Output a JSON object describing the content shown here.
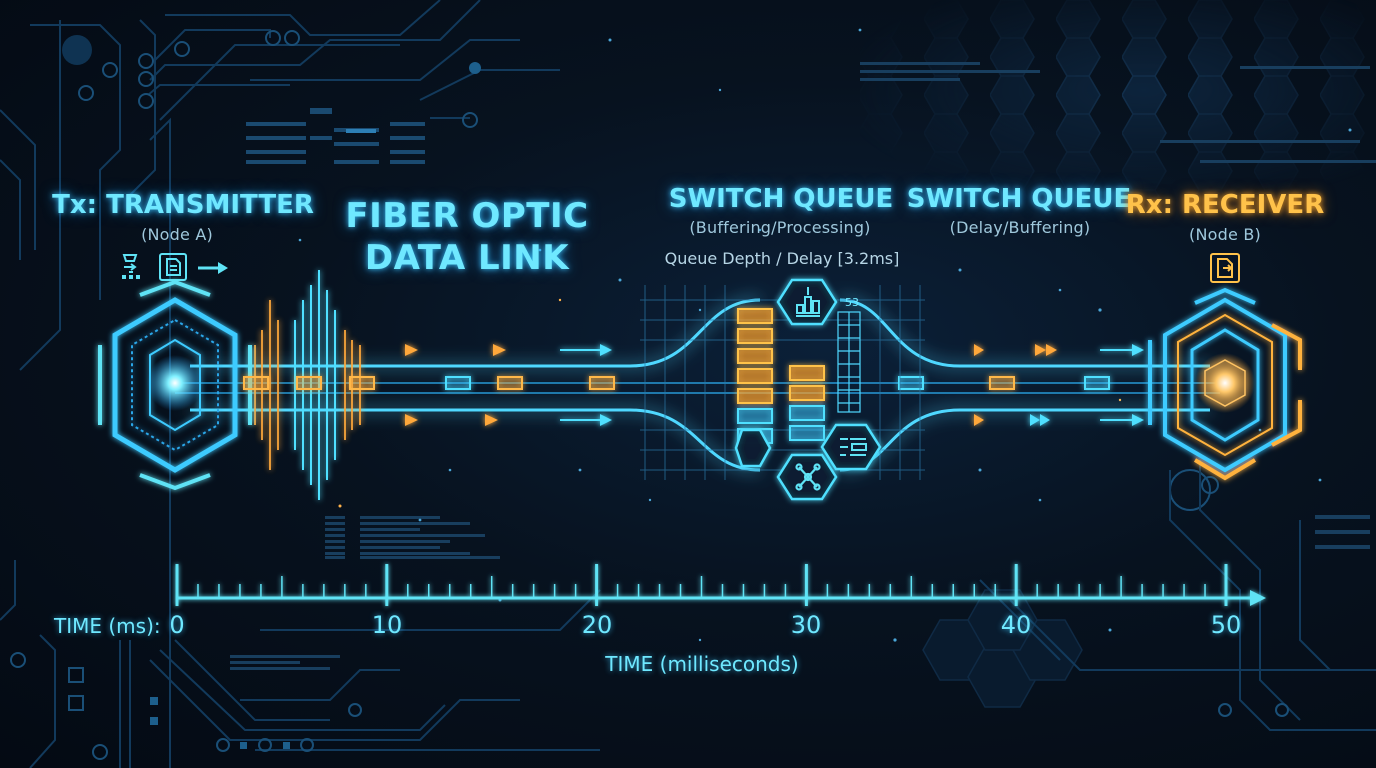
{
  "diagram": {
    "transmitter": {
      "title": "Tx: TRANSMITTER",
      "subtitle": "(Node A)",
      "icons": [
        "flow-icon",
        "document-icon",
        "arrow-right-icon"
      ],
      "color": "#5fe3f5"
    },
    "link": {
      "title_line1": "FIBER OPTIC",
      "title_line2": "DATA LINK",
      "color": "#6fe8ff"
    },
    "switch_queue_1": {
      "title": "SWITCH QUEUE",
      "subtitle": "(Buffering/Processing)",
      "metric_label": "Queue Depth / Delay [3.2ms]",
      "gauge_value": "53",
      "icons": [
        "bar-chart-icon",
        "tools-icon",
        "settings-sliders-icon"
      ]
    },
    "switch_queue_2": {
      "title": "SWITCH QUEUE",
      "subtitle": "(Delay/Buffering)"
    },
    "receiver": {
      "title": "Rx: RECEIVER",
      "subtitle": "(Node B)",
      "icons": [
        "document-received-icon"
      ],
      "color": "#ffc24a"
    },
    "colors": {
      "accent_cyan": "#5fe3f5",
      "accent_gold": "#ffc24a",
      "background": "#07121f"
    }
  },
  "timeline": {
    "prefix_label": "TIME (ms):",
    "axis_title": "TIME (milliseconds)",
    "ticks": [
      "0",
      "10",
      "20",
      "30",
      "40",
      "50"
    ],
    "min": 0,
    "max": 50,
    "major_step": 10,
    "minor_step": 1
  }
}
